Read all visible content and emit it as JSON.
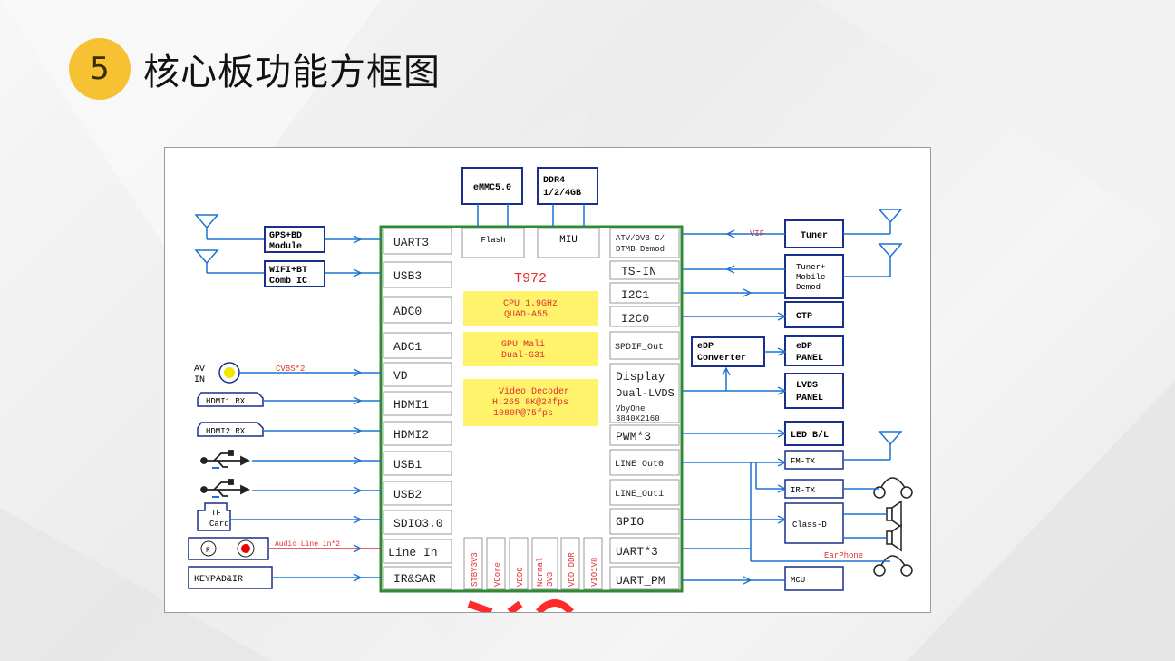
{
  "header": {
    "badge": "5",
    "title": "核心板功能方框图"
  },
  "chip": {
    "name": "T972",
    "left_ports": [
      "UART3",
      "USB3",
      "ADC0",
      "ADC1",
      "VD",
      "HDMI1",
      "HDMI2",
      "USB1",
      "USB2",
      "SDIO3.0",
      "Line In",
      "IR&SAR"
    ],
    "top_ports": [
      "Flash",
      "MIU"
    ],
    "right_ports": [
      "ATV/DVB-C/",
      "DTMB Demod",
      "TS-IN",
      "I2C1",
      "I2C0",
      "SPDIF_Out",
      "Display",
      "Dual-LVDS",
      "VbyOne",
      "3840X2160",
      "PWM*3",
      "LINE Out0",
      "LINE_Out1",
      "GPIO",
      "UART*3",
      "UART_PM"
    ],
    "bottom_ports": [
      "STBY3V3",
      "VCore",
      "VDDC",
      "Normal",
      "3V3",
      "VDD DDR",
      "VIO1V8"
    ],
    "features": [
      [
        "CPU 1.9GHz",
        "QUAD-A55"
      ],
      [
        "GPU Mali",
        "Dual-G31"
      ],
      [
        "Video Decoder",
        "H.265 8K@24fps",
        "1080P@75fps"
      ]
    ]
  },
  "memory": {
    "emmc": "eMMC5.0",
    "ddr_1": "DDR4",
    "ddr_2": "1/2/4GB"
  },
  "left_devices": {
    "gps_1": "GPS+BD",
    "gps_2": "Module",
    "wifi_1": "WIFI+BT",
    "wifi_2": "Comb IC",
    "av_1": "AV",
    "av_2": "IN",
    "cvbs": "CVBS*2",
    "hdmi1": "HDMI1 RX",
    "hdmi2": "HDMI2 RX",
    "tf_1": "TF",
    "tf_2": "Card",
    "audio_label": "Audio Line in*2",
    "audio_r": "R",
    "keypad": "KEYPAD&IR"
  },
  "right_devices": {
    "vif": "VIF",
    "tuner": "Tuner",
    "mobile_1": "Tuner+",
    "mobile_2": "Mobile",
    "mobile_3": "Demod",
    "ctp": "CTP",
    "edp_conv_1": "eDP",
    "edp_conv_2": "Converter",
    "edp_panel_1": "eDP",
    "edp_panel_2": "PANEL",
    "lvds_1": "LVDS",
    "lvds_2": "PANEL",
    "led": "LED B/L",
    "fmtx": "FM-TX",
    "irtx": "IR-TX",
    "classd": "Class-D",
    "earphone": "EarPhone",
    "mcu": "MCU"
  },
  "colors": {
    "line": "#1a73d1",
    "chip_border": "#2e8b34",
    "feature_bg": "#fff36b",
    "red_text": "#e03030",
    "badge": "#f6c233"
  }
}
